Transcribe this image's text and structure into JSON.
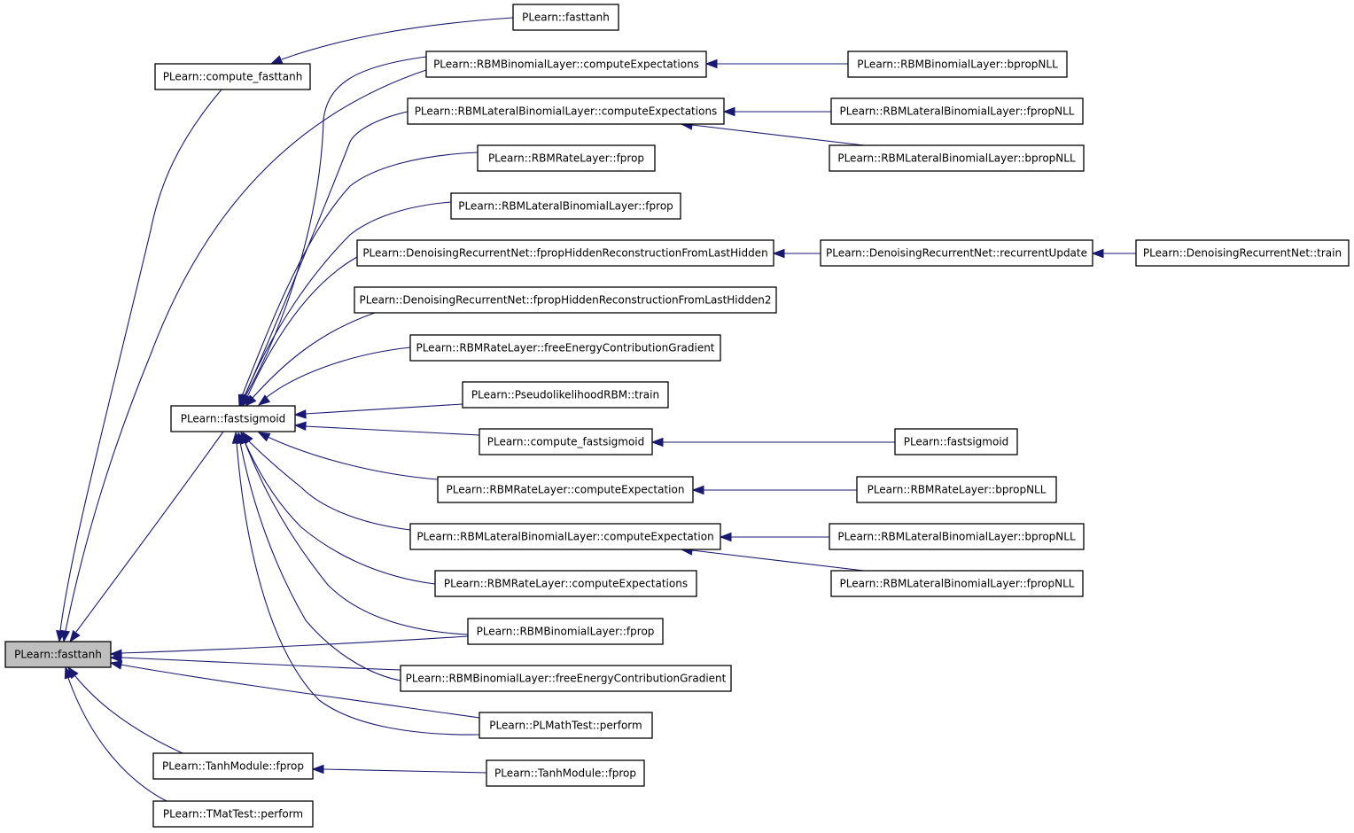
{
  "graph": {
    "colors": {
      "edge": "#191970",
      "root_fill": "#bfbfbf",
      "node_fill": "#ffffff",
      "border": "#000000"
    },
    "nodes": [
      {
        "id": "n_fasttanh_root",
        "label": "PLearn::fasttanh",
        "root": true
      },
      {
        "id": "n_compute_fasttanh",
        "label": "PLearn::compute_fasttanh"
      },
      {
        "id": "n_fasttanh_top",
        "label": "PLearn::fasttanh"
      },
      {
        "id": "n_fastsigmoid",
        "label": "PLearn::fastsigmoid"
      },
      {
        "id": "n_rbmbin_compexps",
        "label": "PLearn::RBMBinomialLayer::computeExpectations"
      },
      {
        "id": "n_rbmbin_bprop",
        "label": "PLearn::RBMBinomialLayer::bpropNLL"
      },
      {
        "id": "n_rbmlat_compexps",
        "label": "PLearn::RBMLateralBinomialLayer::computeExpectations"
      },
      {
        "id": "n_rbmlat_fpropnll_1",
        "label": "PLearn::RBMLateralBinomialLayer::fpropNLL"
      },
      {
        "id": "n_rbmlat_bpropnll_1",
        "label": "PLearn::RBMLateralBinomialLayer::bpropNLL"
      },
      {
        "id": "n_rbmrate_fprop",
        "label": "PLearn::RBMRateLayer::fprop"
      },
      {
        "id": "n_rbmlat_fprop",
        "label": "PLearn::RBMLateralBinomialLayer::fprop"
      },
      {
        "id": "n_drn_fhr",
        "label": "PLearn::DenoisingRecurrentNet::fpropHiddenReconstructionFromLastHidden"
      },
      {
        "id": "n_drn_recur",
        "label": "PLearn::DenoisingRecurrentNet::recurrentUpdate"
      },
      {
        "id": "n_drn_train",
        "label": "PLearn::DenoisingRecurrentNet::train"
      },
      {
        "id": "n_drn_fhr2",
        "label": "PLearn::DenoisingRecurrentNet::fpropHiddenReconstructionFromLastHidden2"
      },
      {
        "id": "n_rbmrate_fecg",
        "label": "PLearn::RBMRateLayer::freeEnergyContributionGradient"
      },
      {
        "id": "n_pseudo_train",
        "label": "PLearn::PseudolikelihoodRBM::train"
      },
      {
        "id": "n_compute_fastsigmoid",
        "label": "PLearn::compute_fastsigmoid"
      },
      {
        "id": "n_fastsigmoid_right",
        "label": "PLearn::fastsigmoid"
      },
      {
        "id": "n_rbmrate_compexp",
        "label": "PLearn::RBMRateLayer::computeExpectation"
      },
      {
        "id": "n_rbmrate_bprop",
        "label": "PLearn::RBMRateLayer::bpropNLL"
      },
      {
        "id": "n_rbmlat_compexp",
        "label": "PLearn::RBMLateralBinomialLayer::computeExpectation"
      },
      {
        "id": "n_rbmlat_bpropnll_2",
        "label": "PLearn::RBMLateralBinomialLayer::bpropNLL"
      },
      {
        "id": "n_rbmlat_fpropnll_2",
        "label": "PLearn::RBMLateralBinomialLayer::fpropNLL"
      },
      {
        "id": "n_rbmrate_compexps",
        "label": "PLearn::RBMRateLayer::computeExpectations"
      },
      {
        "id": "n_rbmbin_fprop",
        "label": "PLearn::RBMBinomialLayer::fprop"
      },
      {
        "id": "n_rbmbin_fecg",
        "label": "PLearn::RBMBinomialLayer::freeEnergyContributionGradient"
      },
      {
        "id": "n_plmath_perform",
        "label": "PLearn::PLMathTest::perform"
      },
      {
        "id": "n_tanh_fprop_left",
        "label": "PLearn::TanhModule::fprop"
      },
      {
        "id": "n_tanh_fprop_right",
        "label": "PLearn::TanhModule::fprop"
      },
      {
        "id": "n_tmat_perform",
        "label": "PLearn::TMatTest::perform"
      }
    ],
    "edges": [
      {
        "from": "n_compute_fasttanh",
        "to": "n_fasttanh_root"
      },
      {
        "from": "n_fasttanh_top",
        "to": "n_compute_fasttanh"
      },
      {
        "from": "n_fastsigmoid",
        "to": "n_fasttanh_root"
      },
      {
        "from": "n_rbmbin_compexps",
        "to": "n_fasttanh_root"
      },
      {
        "from": "n_rbmbin_fprop",
        "to": "n_fasttanh_root"
      },
      {
        "from": "n_rbmbin_fecg",
        "to": "n_fasttanh_root"
      },
      {
        "from": "n_plmath_perform",
        "to": "n_fasttanh_root"
      },
      {
        "from": "n_tanh_fprop_left",
        "to": "n_fasttanh_root"
      },
      {
        "from": "n_tmat_perform",
        "to": "n_fasttanh_root"
      },
      {
        "from": "n_rbmbin_compexps",
        "to": "n_fastsigmoid"
      },
      {
        "from": "n_rbmlat_compexps",
        "to": "n_fastsigmoid"
      },
      {
        "from": "n_rbmrate_fprop",
        "to": "n_fastsigmoid"
      },
      {
        "from": "n_rbmlat_fprop",
        "to": "n_fastsigmoid"
      },
      {
        "from": "n_drn_fhr",
        "to": "n_fastsigmoid"
      },
      {
        "from": "n_drn_fhr2",
        "to": "n_fastsigmoid"
      },
      {
        "from": "n_rbmrate_fecg",
        "to": "n_fastsigmoid"
      },
      {
        "from": "n_pseudo_train",
        "to": "n_fastsigmoid"
      },
      {
        "from": "n_compute_fastsigmoid",
        "to": "n_fastsigmoid"
      },
      {
        "from": "n_rbmrate_compexp",
        "to": "n_fastsigmoid"
      },
      {
        "from": "n_rbmlat_compexp",
        "to": "n_fastsigmoid"
      },
      {
        "from": "n_rbmrate_compexps",
        "to": "n_fastsigmoid"
      },
      {
        "from": "n_rbmbin_fprop",
        "to": "n_fastsigmoid"
      },
      {
        "from": "n_rbmbin_fecg",
        "to": "n_fastsigmoid"
      },
      {
        "from": "n_plmath_perform",
        "to": "n_fastsigmoid"
      },
      {
        "from": "n_rbmbin_bprop",
        "to": "n_rbmbin_compexps"
      },
      {
        "from": "n_rbmlat_fpropnll_1",
        "to": "n_rbmlat_compexps"
      },
      {
        "from": "n_rbmlat_bpropnll_1",
        "to": "n_rbmlat_compexps"
      },
      {
        "from": "n_drn_recur",
        "to": "n_drn_fhr"
      },
      {
        "from": "n_drn_train",
        "to": "n_drn_recur"
      },
      {
        "from": "n_fastsigmoid_right",
        "to": "n_compute_fastsigmoid"
      },
      {
        "from": "n_rbmrate_bprop",
        "to": "n_rbmrate_compexp"
      },
      {
        "from": "n_rbmlat_bpropnll_2",
        "to": "n_rbmlat_compexp"
      },
      {
        "from": "n_rbmlat_fpropnll_2",
        "to": "n_rbmlat_compexp"
      },
      {
        "from": "n_tanh_fprop_right",
        "to": "n_tanh_fprop_left"
      }
    ]
  }
}
